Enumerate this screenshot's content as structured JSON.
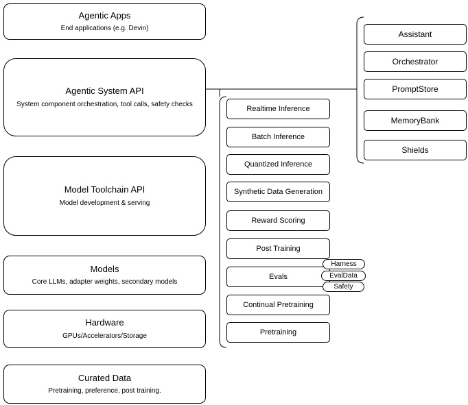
{
  "diagram": {
    "stack": [
      {
        "title": "Agentic Apps",
        "subtitle": "End applications (e.g. Devin)"
      },
      {
        "title": "Agentic System API",
        "subtitle": "System component orchestration, tool calls, safety checks"
      },
      {
        "title": "Model Toolchain API",
        "subtitle": "Model development & serving"
      },
      {
        "title": "Models",
        "subtitle": "Core LLMs, adapter weights, secondary models"
      },
      {
        "title": "Hardware",
        "subtitle": "GPUs/Accelerators/Storage"
      },
      {
        "title": "Curated Data",
        "subtitle": "Pretraining, preference, post training."
      }
    ],
    "toolchain_capabilities": [
      "Realtime Inference",
      "Batch Inference",
      "Quantized Inference",
      "Synthetic Data Generation",
      "Reward Scoring",
      "Post Training",
      "Evals",
      "Continual Pretraining",
      "Pretraining"
    ],
    "evals_tags": [
      "Harness",
      "EvalData",
      "Safety"
    ],
    "system_components": [
      "Assistant",
      "Orchestrator",
      "PromptStore",
      "MemoryBank",
      "Shields"
    ]
  }
}
